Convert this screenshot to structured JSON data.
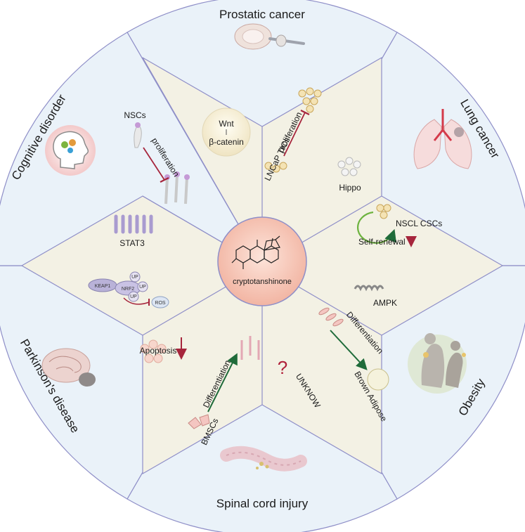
{
  "center": {
    "label": "cryptotanshinone"
  },
  "diseases": {
    "prostatic": "Prostatic cancer",
    "lung": "Lung cancer",
    "obesity": "Obesity",
    "spinal": "Spinal cord injury",
    "parkinson": "Parkinson's disease",
    "cognitive": "Cognitive disorder"
  },
  "mechanisms": {
    "wnt": "Wnt",
    "beta_catenin": "β-catenin",
    "proliferation_1": "proliferation",
    "lncap": "LNCaP TICs",
    "hippo": "Hippo",
    "nscl": "NSCL CSCs",
    "self_renewal": "Self-renewal",
    "ampk": "AMPK",
    "differentiation_1": "Differentiation",
    "brown_adipose": "Brown Adipose",
    "unknow": "UNKNOW",
    "differentiation_2": "Differentiation",
    "bmscs": "BMSCs",
    "apoptosis": "Apoptosis",
    "keap1": "KEAP1",
    "nrf2": "NRF2",
    "up_1": "UP",
    "up_2": "UP",
    "up_3": "UP",
    "ros": "ROS",
    "stat3": "STAT3",
    "nscs": "NSCs",
    "proliferation_2": "proliferation"
  },
  "colors": {
    "petal_fill": "#f3f1e4",
    "outer_fill": "#eaf2f9",
    "border": "#8f8fc8",
    "center_fill": "#f6c7b7",
    "inhibit": "#a6253c",
    "promote": "#1f6b3a",
    "cycle": "#6db33f"
  }
}
